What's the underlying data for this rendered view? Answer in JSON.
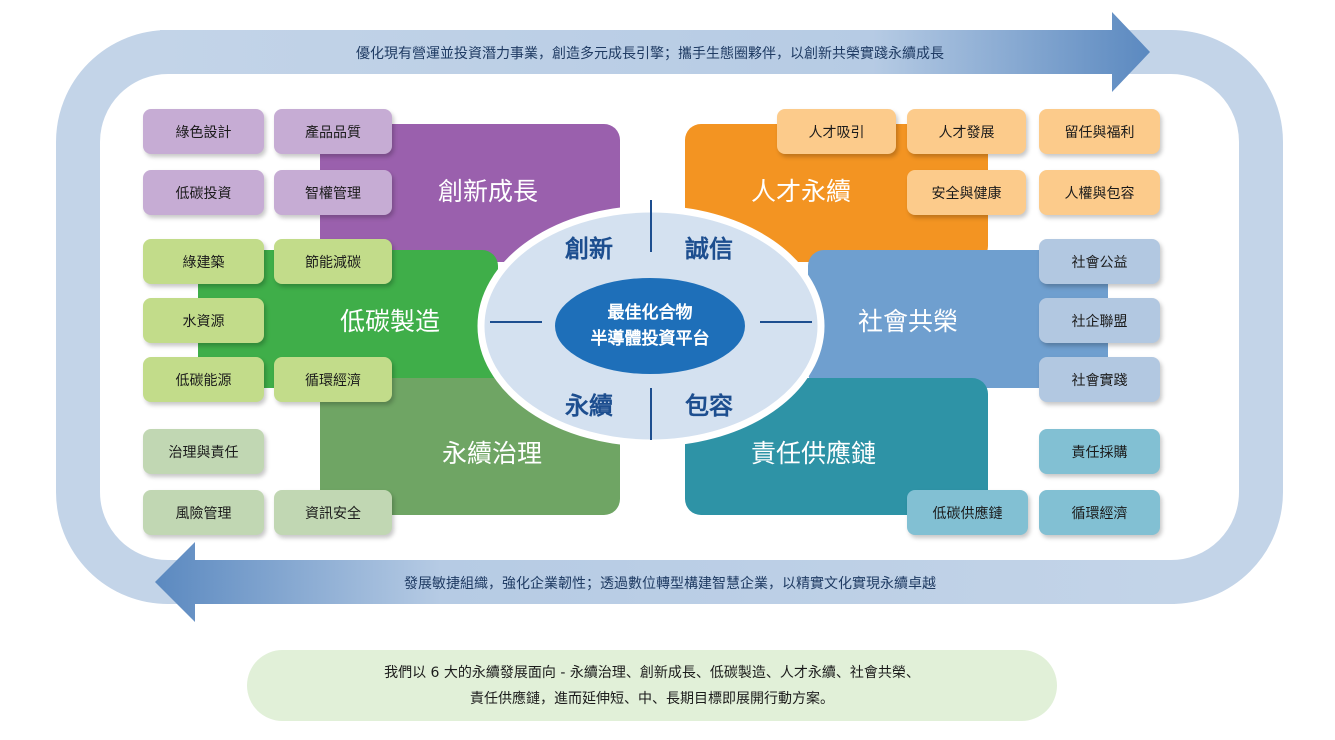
{
  "cycle": {
    "top_text": "優化現有營運並投資潛力事業，創造多元成長引擎；攜手生態圈夥伴，以創新共榮實踐永續成長",
    "bottom_text": "發展敏捷組織，強化企業韌性；透過數位轉型構建智慧企業，以精實文化實現永續卓越"
  },
  "quadrants": {
    "innovation": {
      "title": "創新成長",
      "color": "#9a60ad"
    },
    "talent": {
      "title": "人才永續",
      "color": "#f39422"
    },
    "lowcarbon": {
      "title": "低碳製造",
      "color": "#3fae49"
    },
    "social": {
      "title": "社會共榮",
      "color": "#6f9fcf"
    },
    "governance": {
      "title": "永續治理",
      "color": "#6fa564"
    },
    "supply": {
      "title": "責任供應鏈",
      "color": "#2e93a6"
    }
  },
  "tags": {
    "innovation": [
      "綠色設計",
      "產品品質",
      "低碳投資",
      "智權管理"
    ],
    "lowcarbon": [
      "綠建築",
      "節能減碳",
      "水資源",
      "低碳能源",
      "循環經濟"
    ],
    "governance": [
      "治理與責任",
      "風險管理",
      "資訊安全"
    ],
    "talent": [
      "人才吸引",
      "人才發展",
      "留任與福利",
      "安全與健康",
      "人權與包容"
    ],
    "social": [
      "社會公益",
      "社企聯盟",
      "社會實踐"
    ],
    "supply": [
      "責任採購",
      "低碳供應鏈",
      "循環經濟"
    ]
  },
  "values": {
    "top_left": "創新",
    "top_right": "誠信",
    "bottom_left": "永續",
    "bottom_right": "包容"
  },
  "core": {
    "line1": "最佳化合物",
    "line2": "半導體投資平台"
  },
  "note": {
    "line1": "我們以 6 大的永續發展面向 - 永續治理、創新成長、低碳製造、人才永續、社會共榮、",
    "line2": "責任供應鏈，進而延伸短、中、長期目標即展開行動方案。"
  },
  "colors": {
    "loop": "#c3d4e8",
    "arrow_head": "#5b89c0",
    "ellipse": "#d4e1f0",
    "core": "#1e6fb9",
    "value_text": "#1d4e8f",
    "note_bg": "#e1f0d8"
  }
}
